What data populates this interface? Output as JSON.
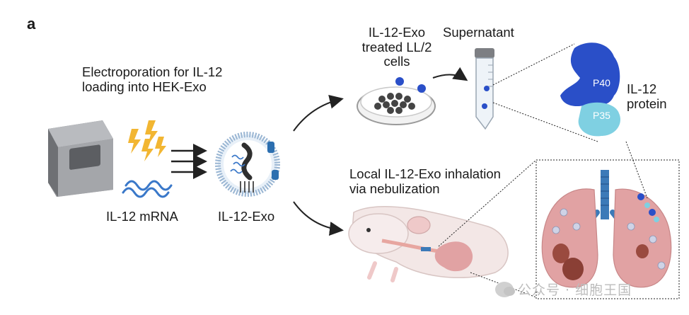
{
  "panel_label": "a",
  "electroporation_text": [
    "Electroporation for IL-12",
    "loading into HEK-Exo"
  ],
  "mrna_label": "IL-12 mRNA",
  "exo_label": "IL-12-Exo",
  "treated_label": [
    "IL-12-Exo",
    "treated LL/2",
    "cells"
  ],
  "supernatant_label": "Supernatant",
  "protein_label": [
    "IL-12",
    "protein"
  ],
  "p40_label": "P40",
  "p35_label": "P35",
  "inhalation_label": [
    "Local IL-12-Exo inhalation",
    "via nebulization"
  ],
  "watermark": "公众号 · 细胞王国",
  "colors": {
    "p40": "#2a4fc8",
    "p35": "#7fd0e2",
    "lightning": "#f2b632",
    "mrna": "#3a78c9",
    "lung": "#e1a2a3",
    "trachea": "#3c7ab8"
  }
}
